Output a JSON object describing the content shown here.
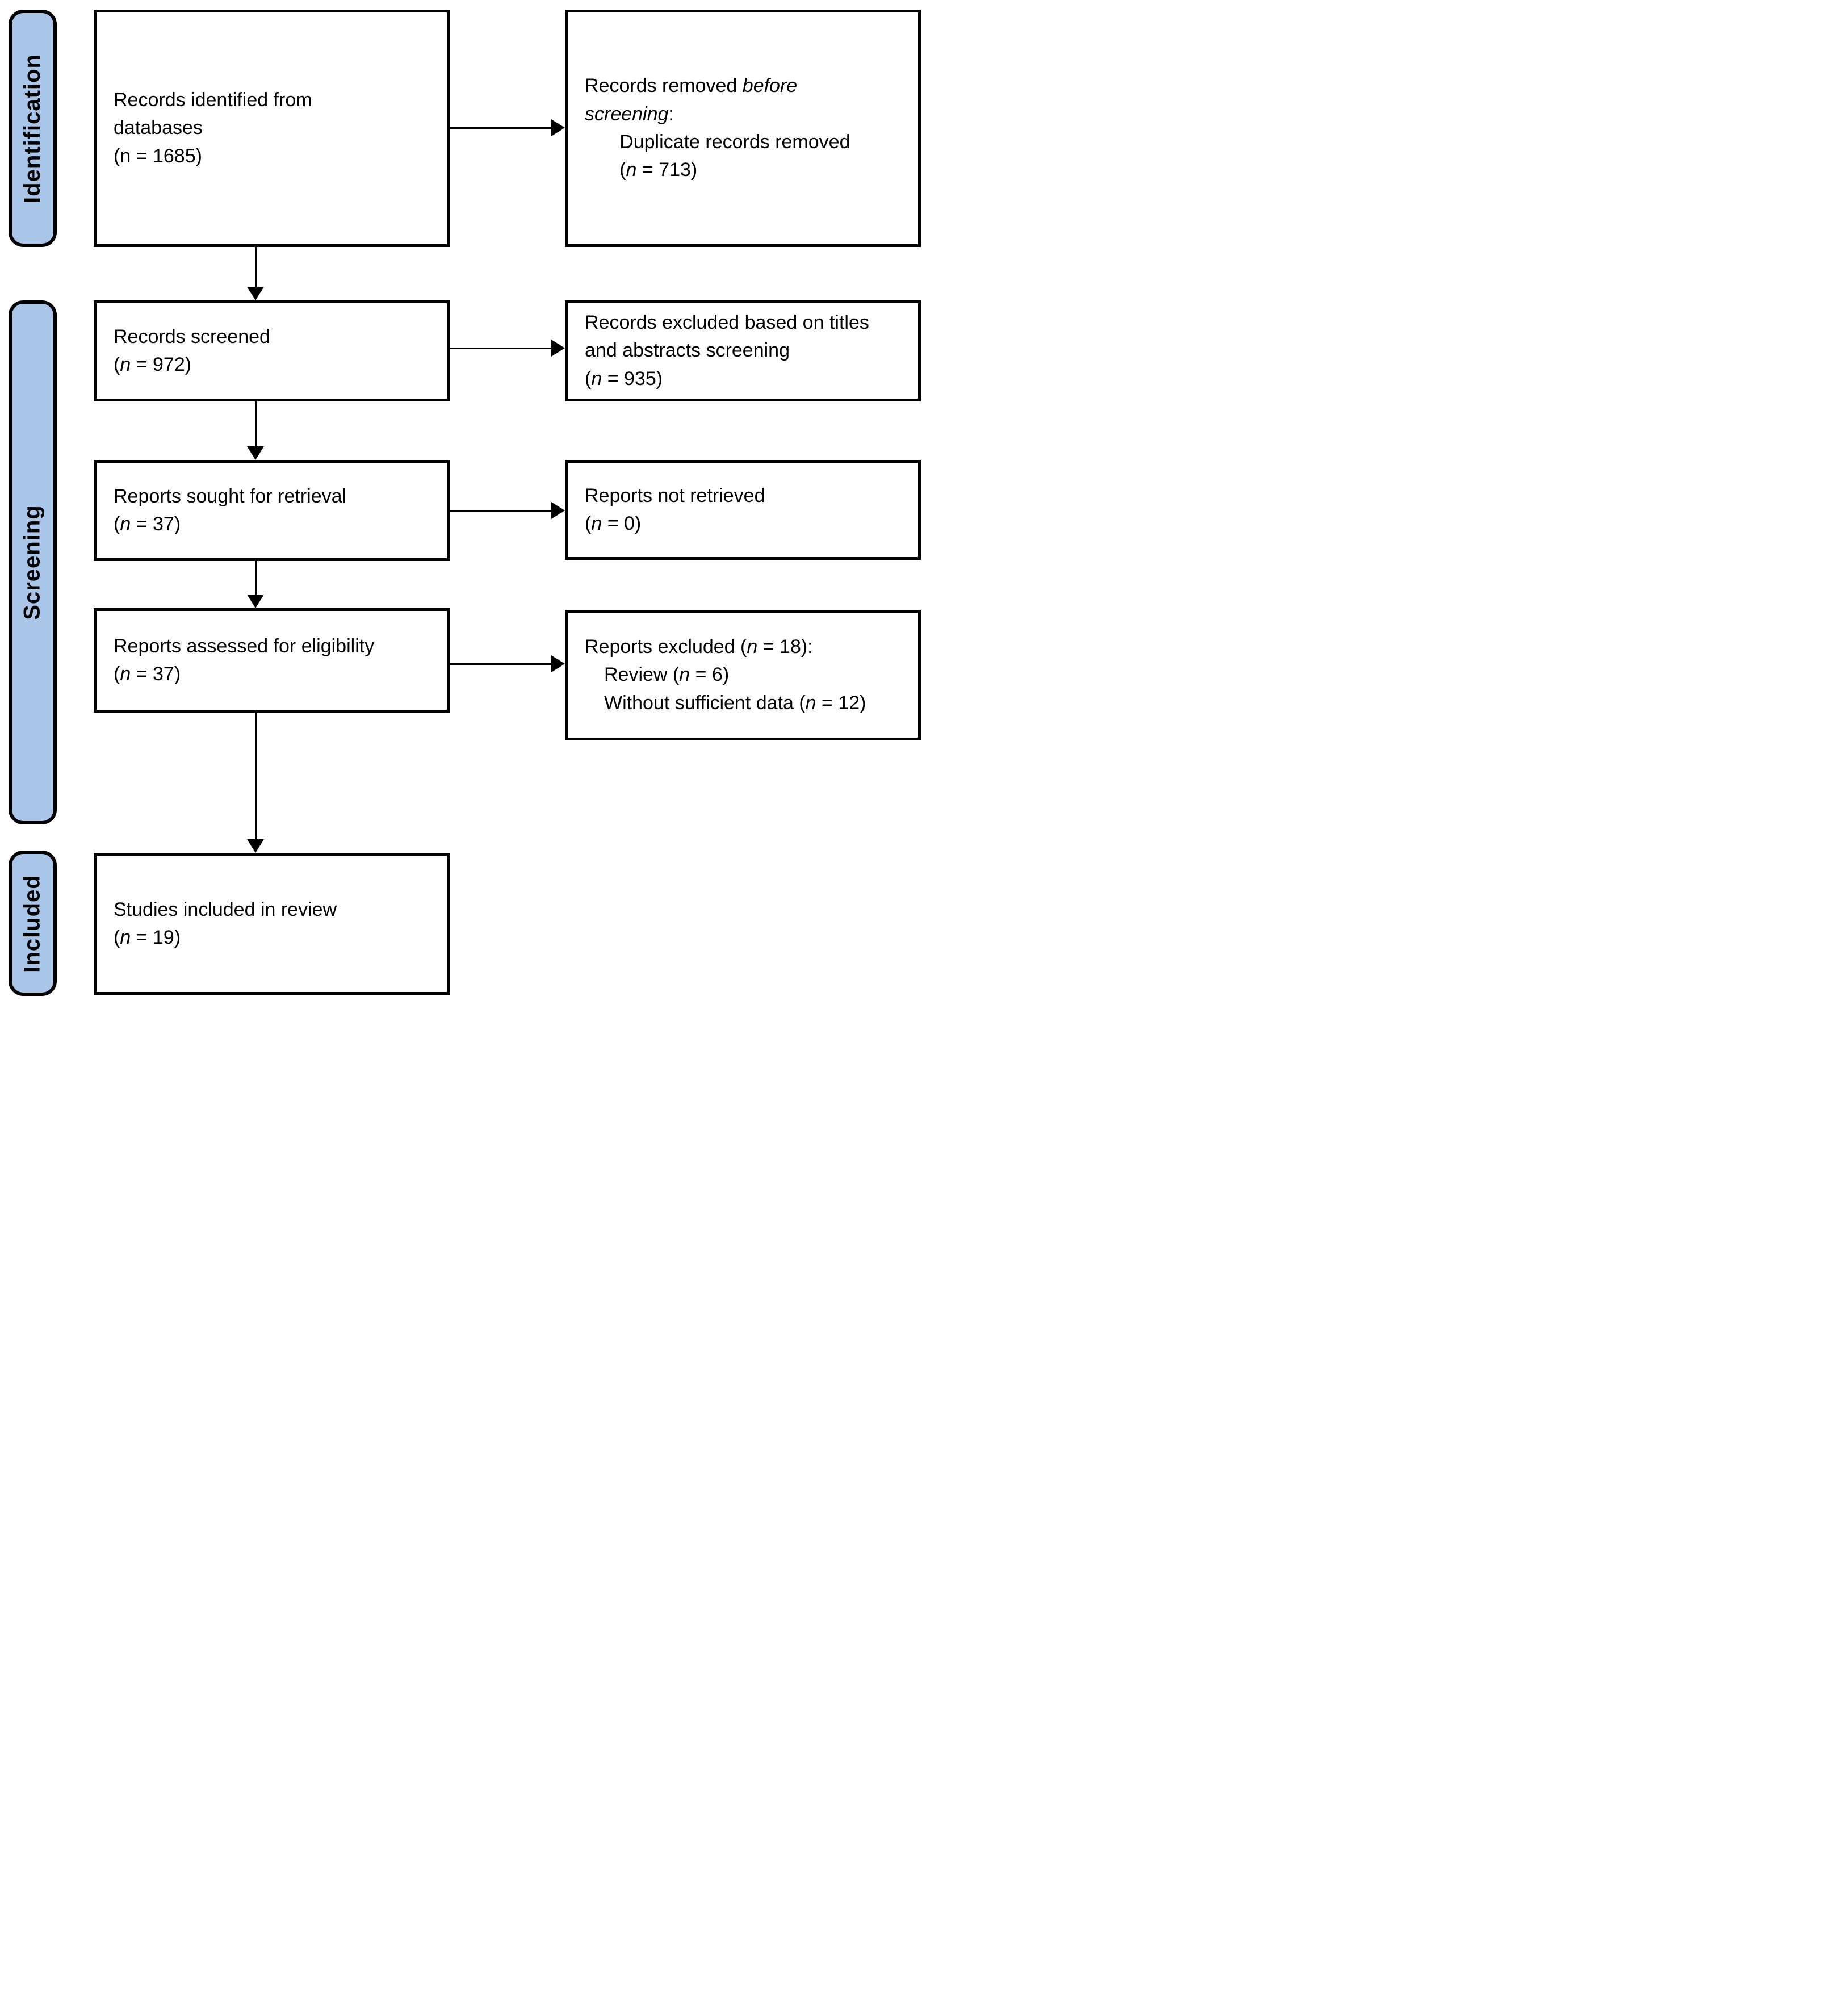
{
  "colors": {
    "stage_fill": "#A9C5E8",
    "border": "#000000",
    "background": "#FFFFFF"
  },
  "stages": {
    "identification": "Identification",
    "screening": "Screening",
    "included": "Included"
  },
  "boxes": {
    "records_identified": {
      "lines": [
        {
          "seg": [
            {
              "t": "Records identified from"
            }
          ]
        },
        {
          "seg": [
            {
              "t": "databases"
            }
          ]
        },
        {
          "seg": [
            {
              "t": "(n = 1685)"
            }
          ]
        }
      ]
    },
    "records_removed": {
      "lines": [
        {
          "seg": [
            {
              "t": "Records removed "
            },
            {
              "t": "before",
              "i": true
            }
          ]
        },
        {
          "seg": [
            {
              "t": "screening",
              "i": true
            },
            {
              "t": ":"
            }
          ]
        },
        {
          "ind": 1.8,
          "seg": [
            {
              "t": "Duplicate records removed"
            }
          ]
        },
        {
          "ind": 1.8,
          "seg": [
            {
              "t": "("
            },
            {
              "t": "n",
              "i": true
            },
            {
              "t": " = 713)"
            }
          ]
        }
      ]
    },
    "records_screened": {
      "lines": [
        {
          "seg": [
            {
              "t": "Records screened"
            }
          ]
        },
        {
          "seg": [
            {
              "t": "("
            },
            {
              "t": "n",
              "i": true
            },
            {
              "t": " = 972)"
            }
          ]
        }
      ]
    },
    "records_excluded": {
      "lines": [
        {
          "seg": [
            {
              "t": "Records excluded based on titles"
            }
          ]
        },
        {
          "seg": [
            {
              "t": "and abstracts screening"
            }
          ]
        },
        {
          "seg": [
            {
              "t": "("
            },
            {
              "t": "n",
              "i": true
            },
            {
              "t": " = 935)"
            }
          ]
        }
      ]
    },
    "reports_sought": {
      "lines": [
        {
          "seg": [
            {
              "t": "Reports sought for retrieval"
            }
          ]
        },
        {
          "seg": [
            {
              "t": "("
            },
            {
              "t": "n",
              "i": true
            },
            {
              "t": " = 37)"
            }
          ]
        }
      ]
    },
    "reports_not_retrieved": {
      "lines": [
        {
          "seg": [
            {
              "t": "Reports not retrieved"
            }
          ]
        },
        {
          "seg": [
            {
              "t": "("
            },
            {
              "t": "n",
              "i": true
            },
            {
              "t": " = 0)"
            }
          ]
        }
      ]
    },
    "reports_assessed": {
      "lines": [
        {
          "seg": [
            {
              "t": "Reports assessed for eligibility"
            }
          ]
        },
        {
          "seg": [
            {
              "t": "("
            },
            {
              "t": "n",
              "i": true
            },
            {
              "t": " = 37)"
            }
          ]
        }
      ]
    },
    "reports_excluded": {
      "lines": [
        {
          "seg": [
            {
              "t": "Reports excluded ("
            },
            {
              "t": "n",
              "i": true
            },
            {
              "t": " = 18):"
            }
          ]
        },
        {
          "ind": 1.0,
          "seg": [
            {
              "t": "Review ("
            },
            {
              "t": "n",
              "i": true
            },
            {
              "t": " = 6)"
            }
          ]
        },
        {
          "ind": 1.0,
          "seg": [
            {
              "t": "Without sufficient data ("
            },
            {
              "t": "n",
              "i": true
            },
            {
              "t": " = 12)"
            }
          ]
        }
      ]
    },
    "studies_included": {
      "lines": [
        {
          "seg": [
            {
              "t": "Studies included in review"
            }
          ]
        },
        {
          "seg": [
            {
              "t": "("
            },
            {
              "t": "n",
              "i": true
            },
            {
              "t": " = 19)"
            }
          ]
        }
      ]
    }
  }
}
